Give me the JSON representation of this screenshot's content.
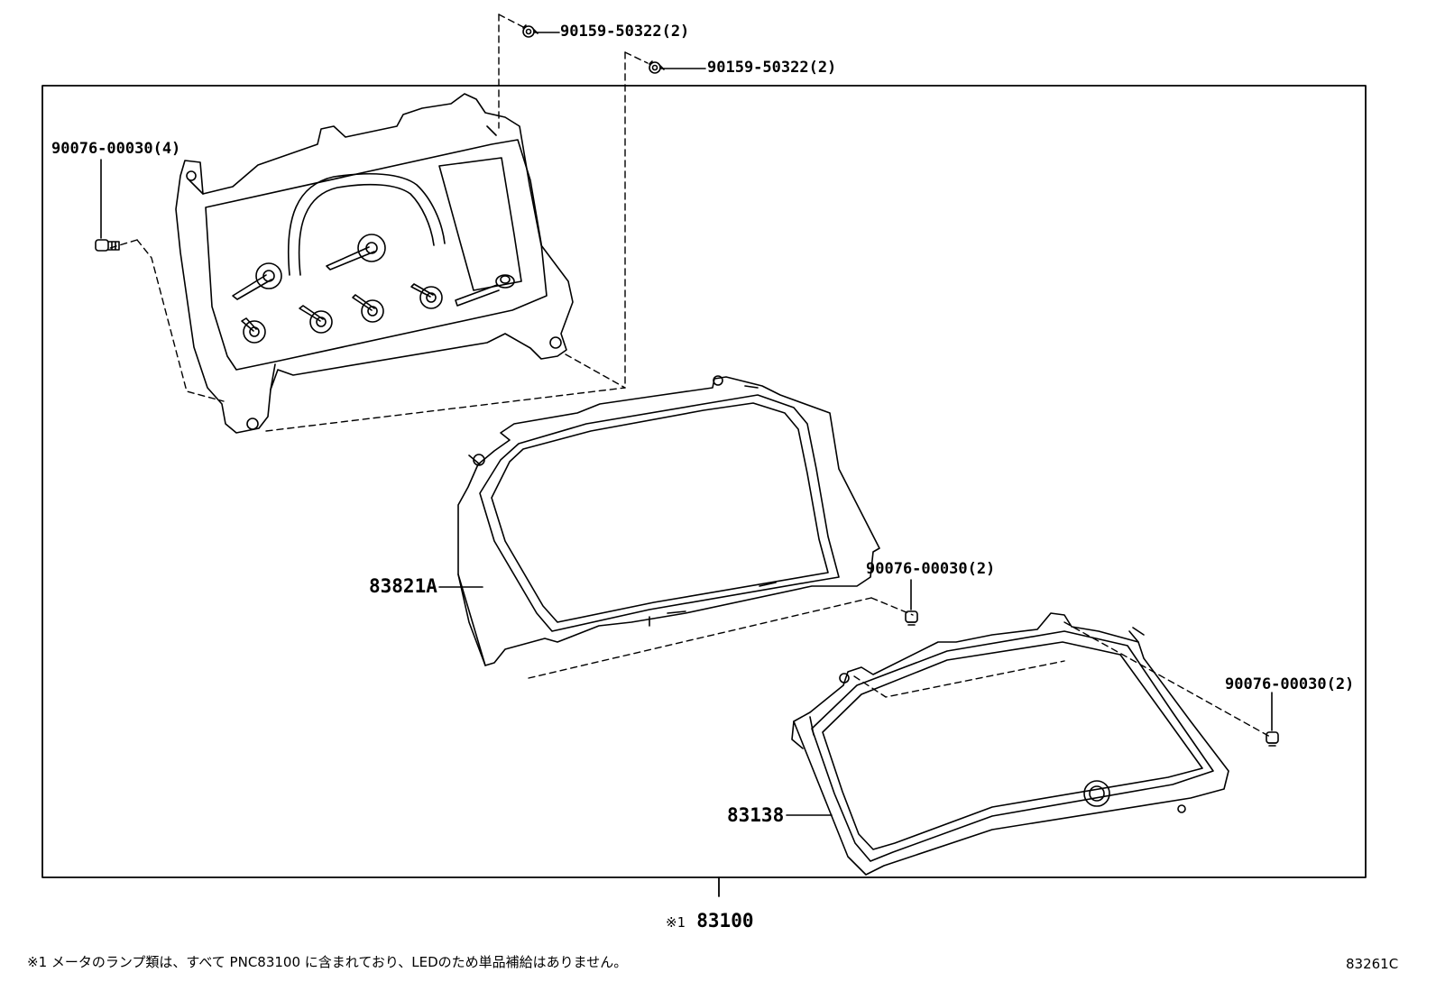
{
  "labels": {
    "bolt_top_1": "90159-50322(2)",
    "bolt_top_2": "90159-50322(2)",
    "screw_left": "90076-00030(4)",
    "screw_mid": "90076-00030(2)",
    "screw_right": "90076-00030(2)",
    "part_ring": "83821A",
    "part_glass": "83138",
    "assembly_mark": "※1",
    "assembly": "83100"
  },
  "footnote": "※1 メータのランプ類は、すべて PNC83100 に含まれており、LEDのため単品補給はありません。",
  "diagram_code": "83261C"
}
